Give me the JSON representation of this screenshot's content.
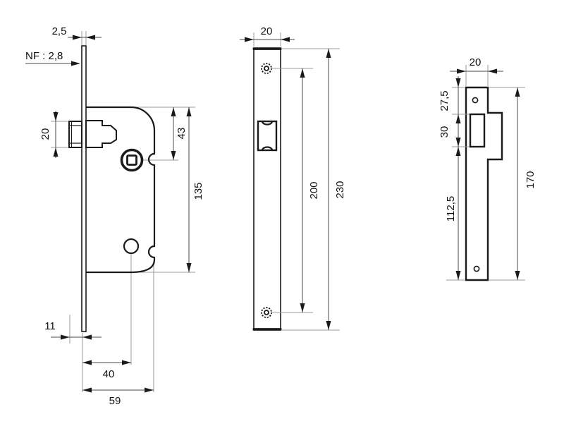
{
  "drawing": {
    "background": "#ffffff",
    "line_color": "#1a1a1a",
    "views": {
      "lock_side": {
        "name": "lock case side view",
        "dims": {
          "faceplate_thickness": "2,5",
          "nf_label": "NF : 2,8",
          "latch_height": "20",
          "top_to_spindle": "43",
          "case_height": "135",
          "latch_projection": "11",
          "backset": "40",
          "case_depth": "59"
        }
      },
      "faceplate_front": {
        "name": "faceplate front view",
        "dims": {
          "width": "20",
          "screw_hole_spacing": "200",
          "total_height": "230"
        }
      },
      "strike_plate": {
        "name": "strike plate view",
        "dims": {
          "width": "20",
          "top_to_opening": "27,5",
          "opening_height": "30",
          "opening_to_bottom": "112,5",
          "total_height": "170"
        }
      }
    }
  }
}
